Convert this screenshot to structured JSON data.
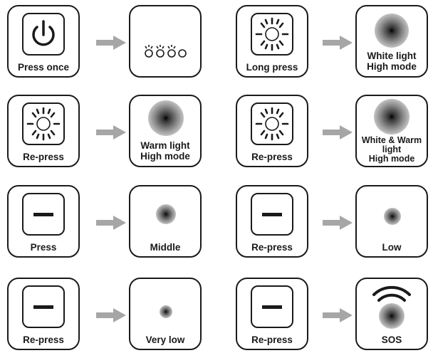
{
  "rows": [
    {
      "left": {
        "action": {
          "icon": "power-icon",
          "label": "Press once"
        },
        "result": {
          "type": "indicator-leds",
          "label": ""
        }
      },
      "right": {
        "action": {
          "icon": "sun-icon",
          "label": "Long press"
        },
        "result": {
          "type": "light",
          "label_lines": [
            "White light",
            "High mode"
          ]
        }
      }
    },
    {
      "left": {
        "action": {
          "icon": "sun-icon",
          "label": "Re-press"
        },
        "result": {
          "type": "light",
          "label_lines": [
            "Warm light",
            "High mode"
          ]
        }
      },
      "right": {
        "action": {
          "icon": "sun-icon",
          "label": "Re-press"
        },
        "result": {
          "type": "light",
          "label_lines": [
            "White & Warm",
            "light",
            "High mode"
          ]
        }
      }
    },
    {
      "left": {
        "action": {
          "icon": "minus-icon",
          "label": "Press"
        },
        "result": {
          "type": "light",
          "label": "Middle"
        }
      },
      "right": {
        "action": {
          "icon": "minus-icon",
          "label": "Re-press"
        },
        "result": {
          "type": "light",
          "label": "Low"
        }
      }
    },
    {
      "left": {
        "action": {
          "icon": "minus-icon",
          "label": "Re-press"
        },
        "result": {
          "type": "light",
          "label": "Very low"
        }
      },
      "right": {
        "action": {
          "icon": "minus-icon",
          "label": "Re-press"
        },
        "result": {
          "type": "light-signal",
          "label": "SOS"
        }
      }
    }
  ],
  "colors": {
    "stroke": "#1a1a1a",
    "arrow": "#a6a6a6"
  }
}
